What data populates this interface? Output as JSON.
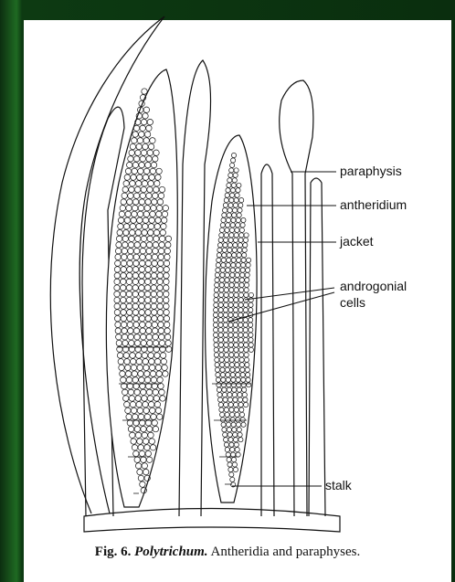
{
  "labels": {
    "paraphysis": "paraphysis",
    "antheridium": "antheridium",
    "jacket": "jacket",
    "androgonial_line1": "androgonial",
    "androgonial_line2": "cells",
    "stalk": "stalk"
  },
  "caption": {
    "fig_number": "Fig. 6.",
    "genus": "Polytrichum.",
    "text": "Antheridia and paraphyses."
  },
  "colors": {
    "frame_green": "#1f6a22",
    "background": "#ffffff",
    "ink": "#111111"
  }
}
